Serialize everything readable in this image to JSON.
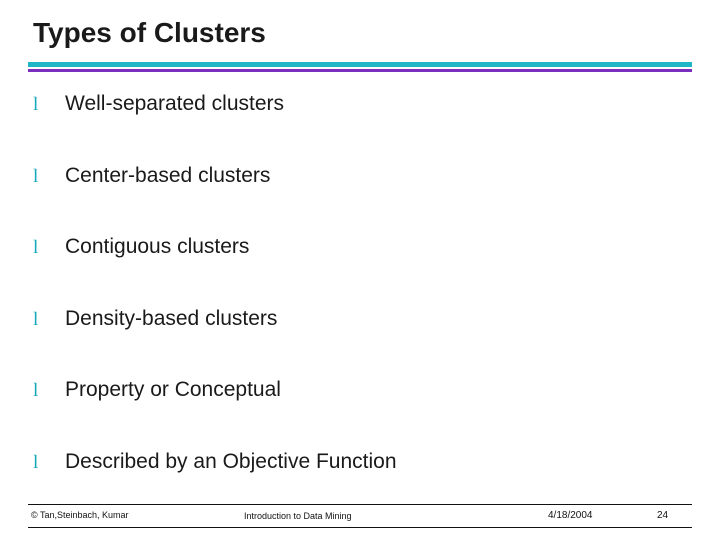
{
  "slide": {
    "title": "Types of Clusters",
    "accent_colors": {
      "rule_top": "#1fb7c4",
      "rule_bottom": "#7b2fbe",
      "bullet_marker": "#11a8bb",
      "text": "#1a1a1a"
    },
    "bullet_marker_glyph": "l",
    "bullets": [
      {
        "label": "Well-separated clusters"
      },
      {
        "label": "Center-based clusters"
      },
      {
        "label": "Contiguous clusters"
      },
      {
        "label": "Density-based clusters"
      },
      {
        "label": "Property or Conceptual"
      },
      {
        "label": "Described by an Objective Function"
      }
    ],
    "footer": {
      "copyright": "© Tan,Steinbach, Kumar",
      "center": "Introduction to Data Mining",
      "date": "4/18/2004",
      "page": "24"
    }
  }
}
